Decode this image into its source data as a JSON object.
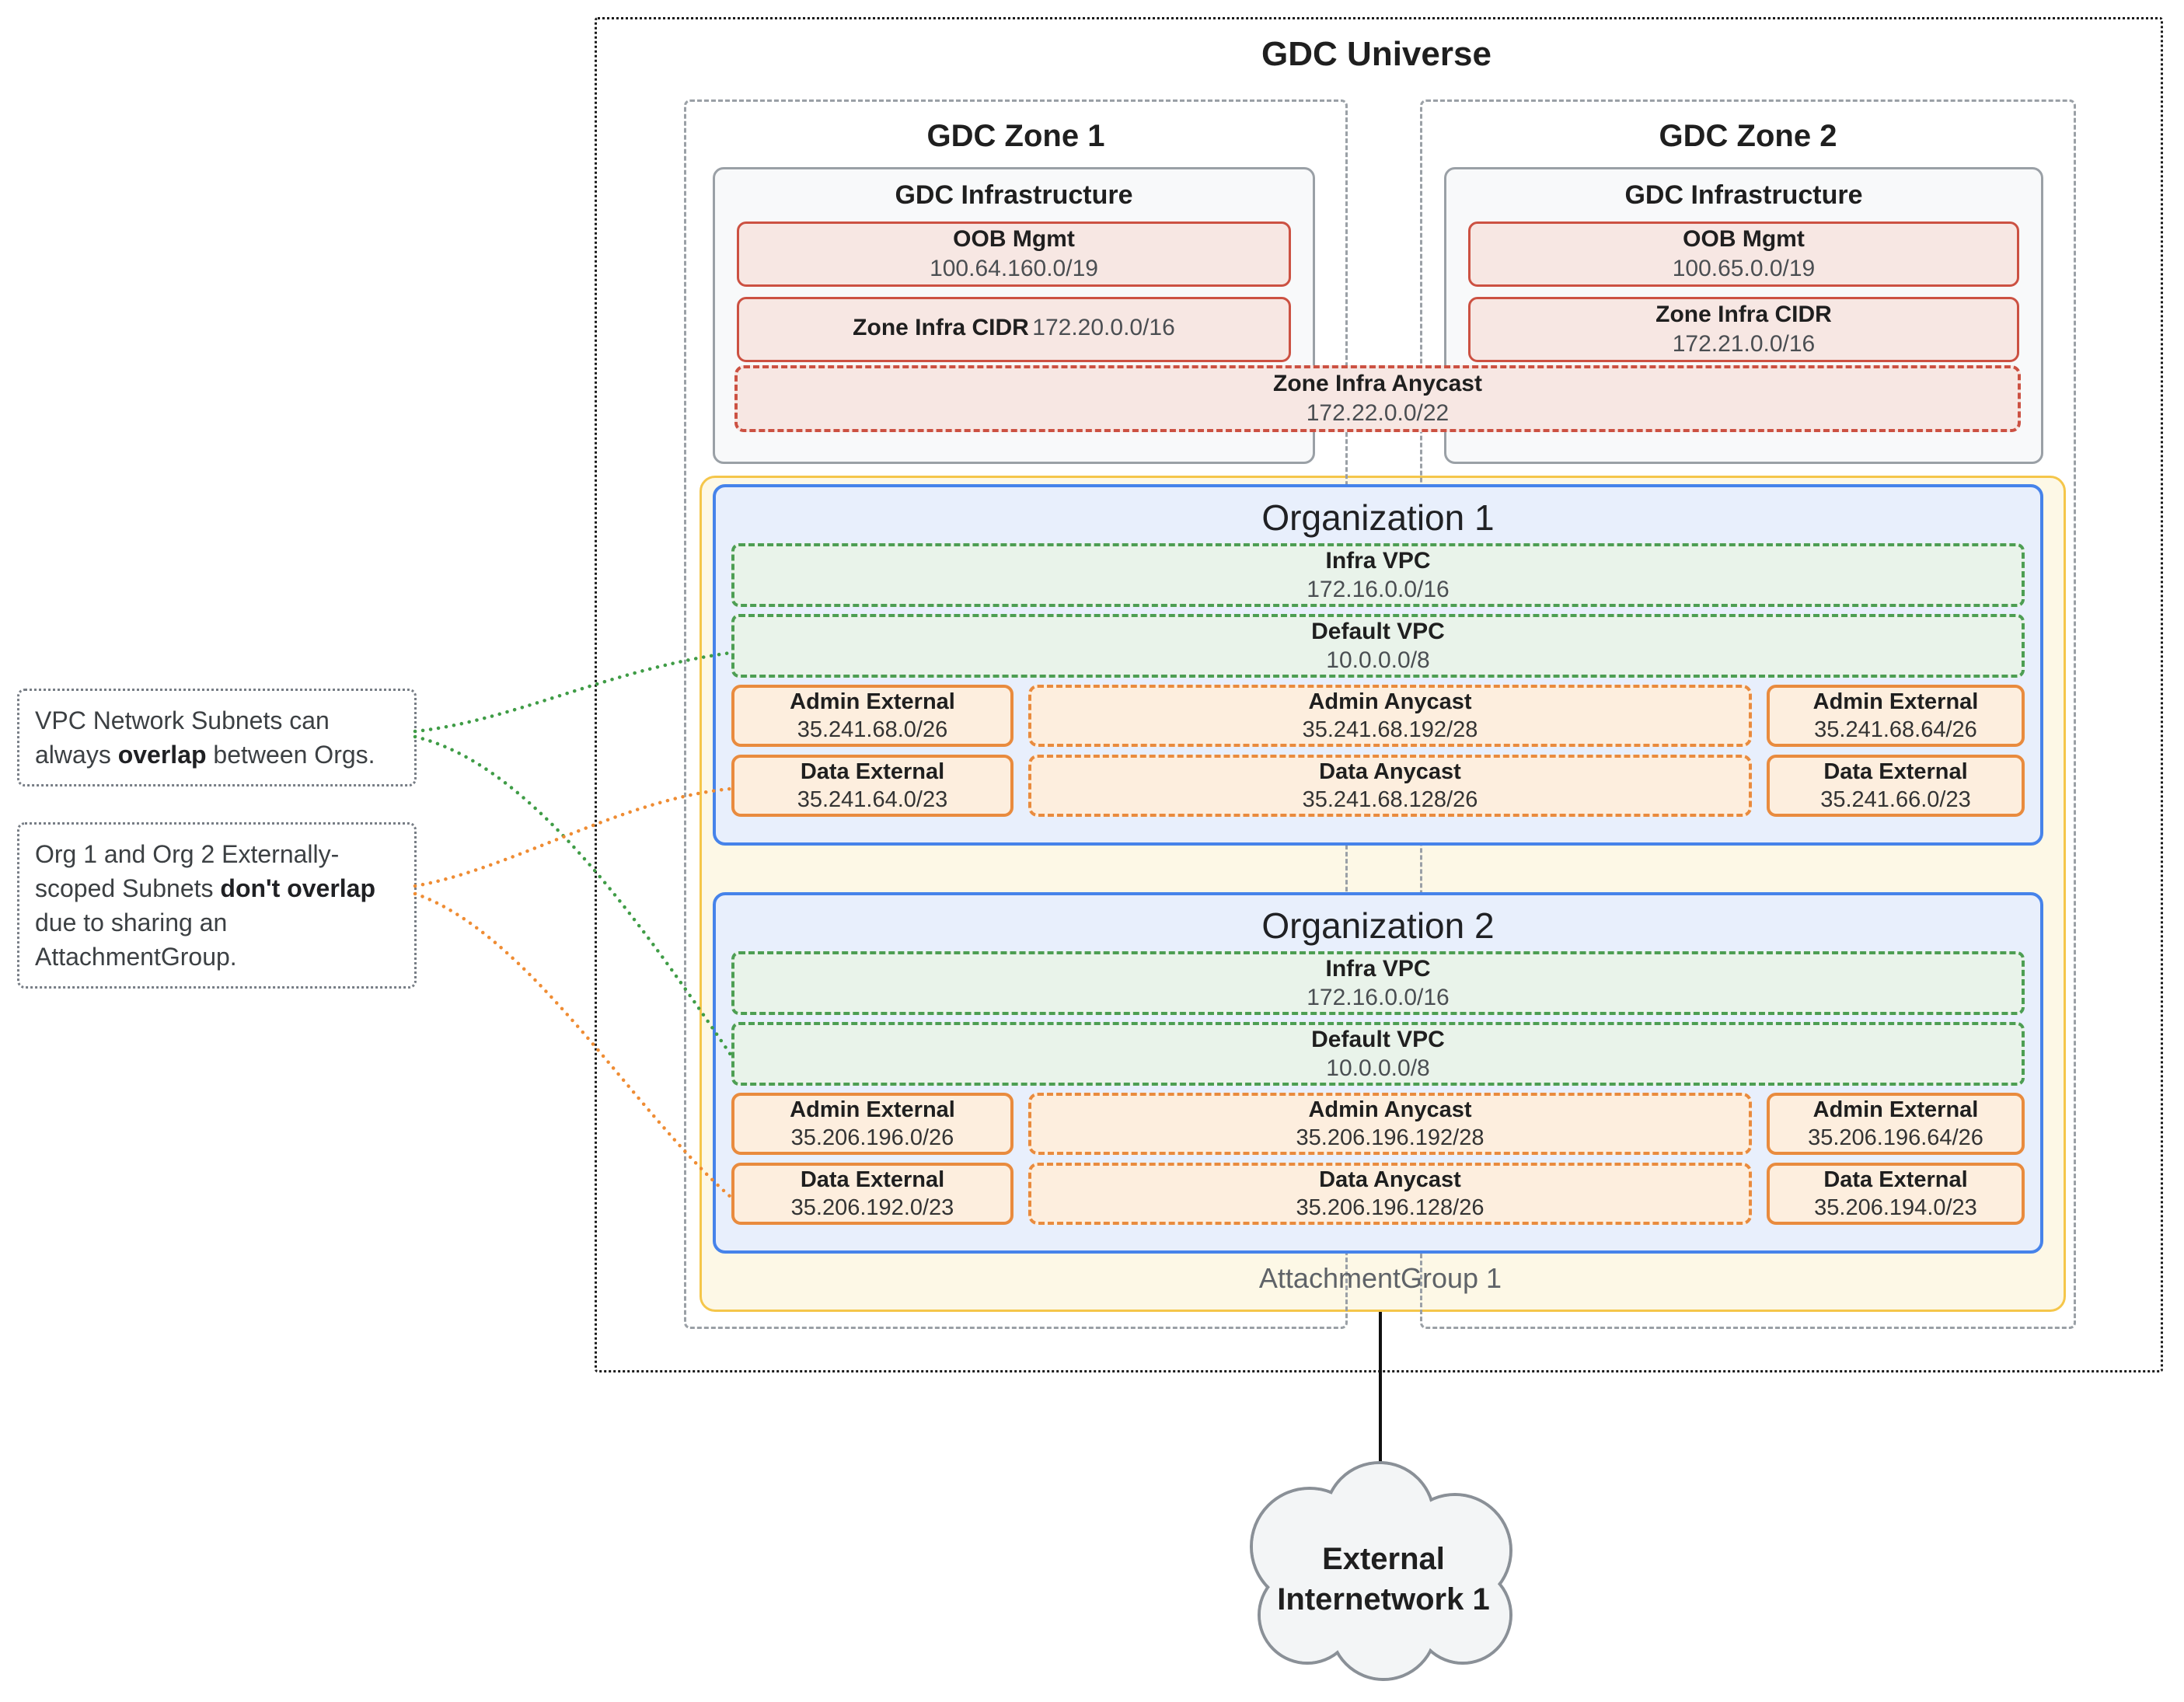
{
  "universe": {
    "title": "GDC Universe"
  },
  "zones": [
    {
      "name": "GDC Zone 1",
      "infra_title": "GDC Infrastructure",
      "oob": {
        "label": "OOB Mgmt",
        "value": "100.64.160.0/19"
      },
      "cidr": {
        "label": "Zone Infra CIDR",
        "value": "172.20.0.0/16"
      }
    },
    {
      "name": "GDC Zone 2",
      "infra_title": "GDC Infrastructure",
      "oob": {
        "label": "OOB Mgmt",
        "value": "100.65.0.0/19"
      },
      "cidr": {
        "label": "Zone Infra CIDR",
        "value": "172.21.0.0/16"
      }
    }
  ],
  "zone_anycast": {
    "label": "Zone Infra Anycast",
    "value": "172.22.0.0/22"
  },
  "organizations": [
    {
      "name": "Organization 1",
      "vpcs": [
        {
          "label": "Infra VPC",
          "value": "172.16.0.0/16"
        },
        {
          "label": "Default VPC",
          "value": "10.0.0.0/8"
        }
      ],
      "subnets": [
        {
          "label": "Admin External",
          "value": "35.241.68.0/26"
        },
        {
          "label": "Admin Anycast",
          "value": "35.241.68.192/28"
        },
        {
          "label": "Admin External",
          "value": "35.241.68.64/26"
        },
        {
          "label": "Data External",
          "value": "35.241.64.0/23"
        },
        {
          "label": "Data Anycast",
          "value": "35.241.68.128/26"
        },
        {
          "label": "Data External",
          "value": "35.241.66.0/23"
        }
      ]
    },
    {
      "name": "Organization 2",
      "vpcs": [
        {
          "label": "Infra VPC",
          "value": "172.16.0.0/16"
        },
        {
          "label": "Default VPC",
          "value": "10.0.0.0/8"
        }
      ],
      "subnets": [
        {
          "label": "Admin External",
          "value": "35.206.196.0/26"
        },
        {
          "label": "Admin Anycast",
          "value": "35.206.196.192/28"
        },
        {
          "label": "Admin External",
          "value": "35.206.196.64/26"
        },
        {
          "label": "Data External",
          "value": "35.206.192.0/23"
        },
        {
          "label": "Data Anycast",
          "value": "35.206.196.128/26"
        },
        {
          "label": "Data External",
          "value": "35.206.194.0/23"
        }
      ]
    }
  ],
  "attachment_group": {
    "label": "AttachmentGroup 1"
  },
  "external_network": {
    "line1": "External",
    "line2": "Internetwork 1"
  },
  "notes": [
    {
      "pre": "VPC Network Subnets can always ",
      "bold": "overlap",
      "post": " between Orgs."
    },
    {
      "pre": "Org 1 and Org 2 Externally-scoped Subnets ",
      "bold": "don't overlap",
      "post": " due to sharing an AttachmentGroup."
    }
  ],
  "colors": {
    "red_border": "#cc5142",
    "red_fill": "#f7e7e3",
    "orange_border": "#e98b3e",
    "orange_fill": "#fdeede",
    "green_border": "#4d9e53",
    "green_fill": "#e9f3ea",
    "blue_border": "#4683ea",
    "blue_fill": "#e8effc",
    "yellow_border": "#f5c64a",
    "yellow_fill": "#fdf8e6",
    "gray_border": "#9aa0a6",
    "connector_green": "#3f9c46",
    "connector_orange": "#ef8c33"
  }
}
